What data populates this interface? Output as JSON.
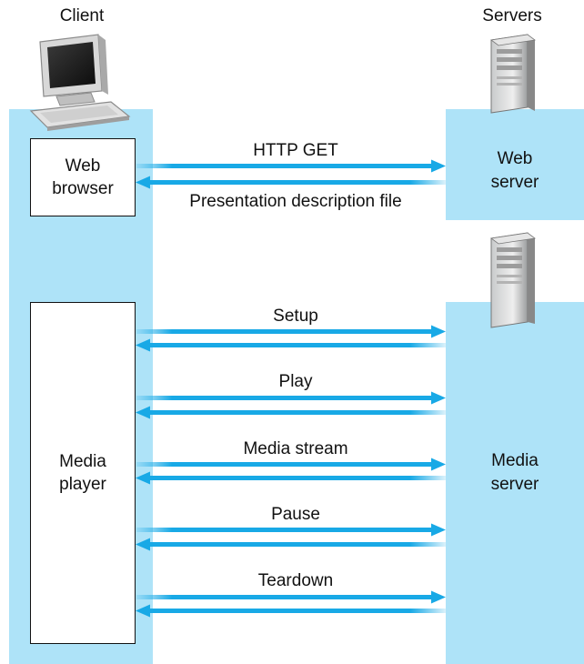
{
  "headers": {
    "client": "Client",
    "servers": "Servers"
  },
  "web_browser": {
    "line1": "Web",
    "line2": "browser"
  },
  "web_server": {
    "line1": "Web",
    "line2": "server"
  },
  "media_player": {
    "line1": "Media",
    "line2": "player"
  },
  "media_server": {
    "line1": "Media",
    "line2": "server"
  },
  "messages": {
    "http_get": "HTTP GET",
    "presentation": "Presentation description file",
    "setup": "Setup",
    "play": "Play",
    "media_stream": "Media stream",
    "pause": "Pause",
    "teardown": "Teardown"
  },
  "icons": [
    "computer-icon",
    "server-icon",
    "server-icon"
  ],
  "colors": {
    "panel": "#aee3f8",
    "arrow": "#18a9e6"
  }
}
